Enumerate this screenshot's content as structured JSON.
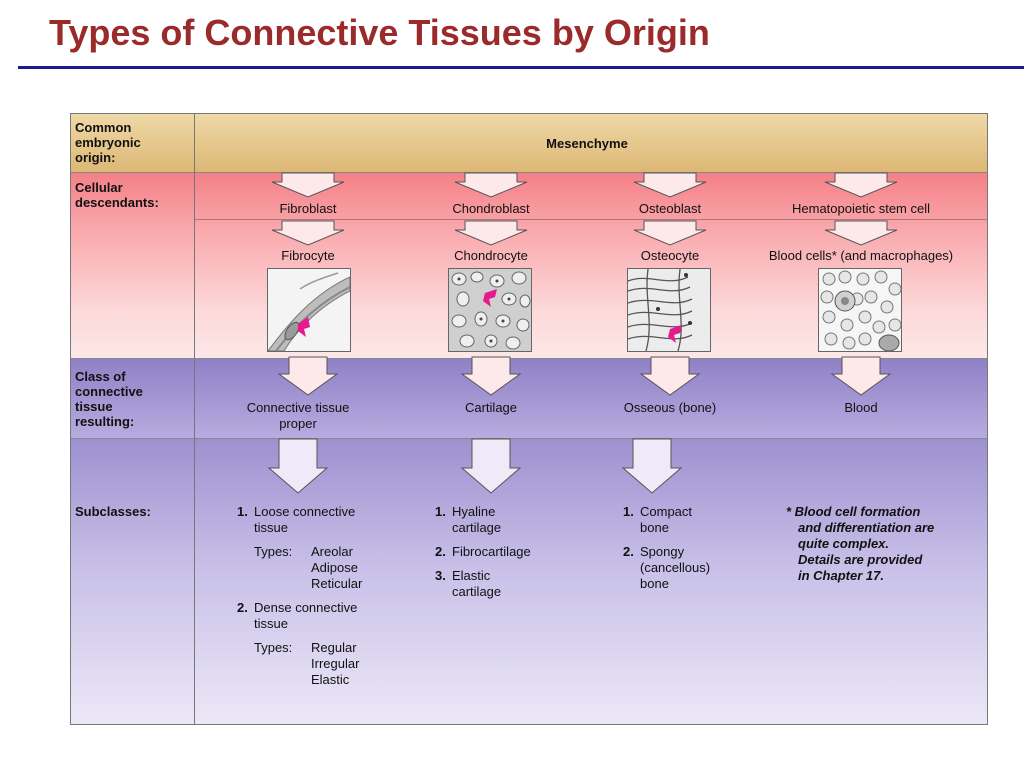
{
  "title": "Types of Connective Tissues by Origin",
  "rows": {
    "origin": "Common\nembryonic\norigin:",
    "cellular": "Cellular\ndescendants:",
    "class": "Class of\nconnective\ntissue\nresulting:",
    "subclasses": "Subclasses:"
  },
  "mesenchyme": "Mesenchyme",
  "columns": [
    {
      "blast": "Fibroblast",
      "cyte": "Fibrocyte",
      "cls": "Connective tissue\nproper"
    },
    {
      "blast": "Chondroblast",
      "cyte": "Chondrocyte",
      "cls": "Cartilage"
    },
    {
      "blast": "Osteoblast",
      "cyte": "Osteocyte",
      "cls": "Osseous (bone)"
    },
    {
      "blast": "Hematopoietic stem cell",
      "cyte": "Blood cells* (and macrophages)",
      "cls": "Blood"
    }
  ],
  "subclasses": {
    "ct": {
      "i1n": "1.",
      "i1a": "Loose connective",
      "i1b": "tissue",
      "t1lab": "Types:",
      "t1a": "Areolar",
      "t1b": "Adipose",
      "t1c": "Reticular",
      "i2n": "2.",
      "i2a": "Dense connective",
      "i2b": "tissue",
      "t2lab": "Types:",
      "t2a": "Regular",
      "t2b": "Irregular",
      "t2c": "Elastic"
    },
    "cart": {
      "i1n": "1.",
      "i1a": "Hyaline",
      "i1b": "cartilage",
      "i2n": "2.",
      "i2a": "Fibrocartilage",
      "i3n": "3.",
      "i3a": "Elastic",
      "i3b": "cartilage"
    },
    "bone": {
      "i1n": "1.",
      "i1a": "Compact",
      "i1b": "bone",
      "i2n": "2.",
      "i2a": "Spongy",
      "i2b": "(cancellous)",
      "i2c": "bone"
    },
    "note": {
      "l1": "* Blood cell formation",
      "l2": "and differentiation are",
      "l3": "quite complex.",
      "l4": "Details are provided",
      "l5": "in Chapter 17."
    }
  },
  "colors": {
    "title": "#9b2a2a",
    "rule": "#1a1a8c",
    "pointer": "#e8198c"
  }
}
